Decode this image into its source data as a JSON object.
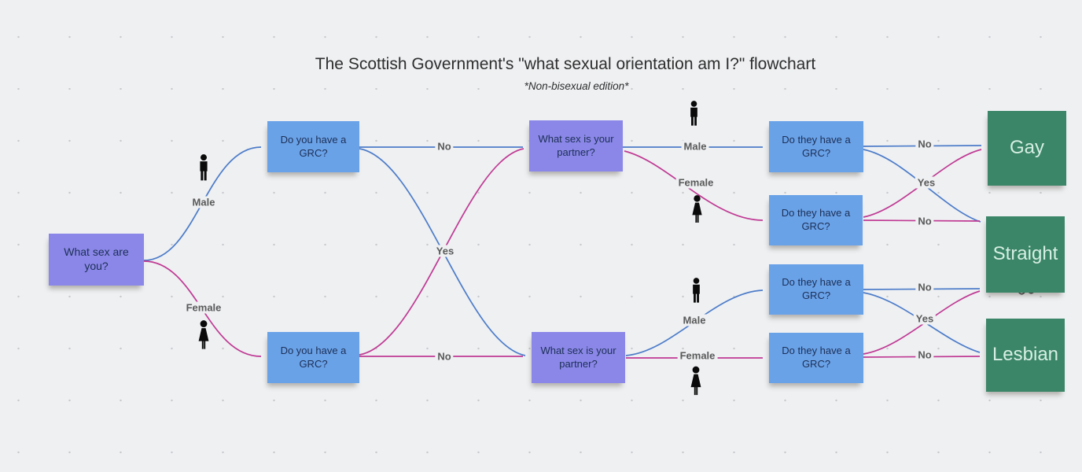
{
  "title": "The Scottish Government's \"what sexual orientation am I?\" flowchart",
  "subtitle": "*Non-bisexual edition*",
  "colors": {
    "background": "#eef0f2",
    "note_blue": "#6aa2e8",
    "note_purple": "#8b87e8",
    "note_green": "#3b8568",
    "note_text_dark": "#1c2f55",
    "note_text_light": "#d6efe4",
    "edge_blue": "#4d7cc9",
    "edge_pink": "#c03a94",
    "label_gray": "#5a5a5a"
  },
  "nodes": {
    "q_sex": "What sex are you?",
    "grc_you_top": "Do you have a GRC?",
    "grc_you_bottom": "Do you have a GRC?",
    "partner_top": "What sex is your partner?",
    "partner_bottom": "What sex is your partner?",
    "grc_they_1": "Do they have a GRC?",
    "grc_they_2": "Do they have a GRC?",
    "grc_they_3": "Do they have a GRC?",
    "grc_they_4": "Do they have a GRC?",
    "outcome_gay": "Gay",
    "outcome_straight": "Straight",
    "outcome_lesbian": "Lesbian"
  },
  "edge_labels": {
    "male_left": "Male",
    "female_left": "Female",
    "no_top_left": "No",
    "yes_left": "Yes",
    "no_bottom_left": "No",
    "male_top": "Male",
    "female_top": "Female",
    "no_right_1": "No",
    "yes_top_right": "Yes",
    "no_right_2": "No",
    "male_bottom": "Male",
    "female_bottom": "Female",
    "no_right_3": "No",
    "yes_bottom_right": "Yes",
    "no_right_4": "No"
  },
  "edges": [
    {
      "from": "q_sex",
      "to": "grc_you_top",
      "label": "Male",
      "color": "blue"
    },
    {
      "from": "q_sex",
      "to": "grc_you_bottom",
      "label": "Female",
      "color": "pink"
    },
    {
      "from": "grc_you_top",
      "to": "partner_top",
      "label": "No",
      "color": "blue"
    },
    {
      "from": "grc_you_top",
      "to": "partner_bottom",
      "label": "Yes",
      "color": "blue"
    },
    {
      "from": "grc_you_bottom",
      "to": "partner_bottom",
      "label": "No",
      "color": "pink"
    },
    {
      "from": "grc_you_bottom",
      "to": "partner_top",
      "label": "Yes",
      "color": "pink"
    },
    {
      "from": "partner_top",
      "to": "grc_they_1",
      "label": "Male",
      "color": "blue"
    },
    {
      "from": "partner_top",
      "to": "grc_they_2",
      "label": "Female",
      "color": "pink"
    },
    {
      "from": "grc_they_1",
      "to": "outcome_gay",
      "label": "No",
      "color": "blue"
    },
    {
      "from": "grc_they_1",
      "to": "outcome_straight",
      "label": "Yes",
      "color": "blue"
    },
    {
      "from": "grc_they_2",
      "to": "outcome_straight",
      "label": "No",
      "color": "pink"
    },
    {
      "from": "grc_they_2",
      "to": "outcome_gay",
      "label": "Yes",
      "color": "pink"
    },
    {
      "from": "partner_bottom",
      "to": "grc_they_3",
      "label": "Male",
      "color": "blue"
    },
    {
      "from": "partner_bottom",
      "to": "grc_they_4",
      "label": "Female",
      "color": "pink"
    },
    {
      "from": "grc_they_3",
      "to": "outcome_straight",
      "label": "No",
      "color": "blue"
    },
    {
      "from": "grc_they_3",
      "to": "outcome_lesbian",
      "label": "Yes",
      "color": "blue"
    },
    {
      "from": "grc_they_4",
      "to": "outcome_lesbian",
      "label": "No",
      "color": "pink"
    },
    {
      "from": "grc_they_4",
      "to": "outcome_straight",
      "label": "Yes",
      "color": "pink"
    }
  ]
}
